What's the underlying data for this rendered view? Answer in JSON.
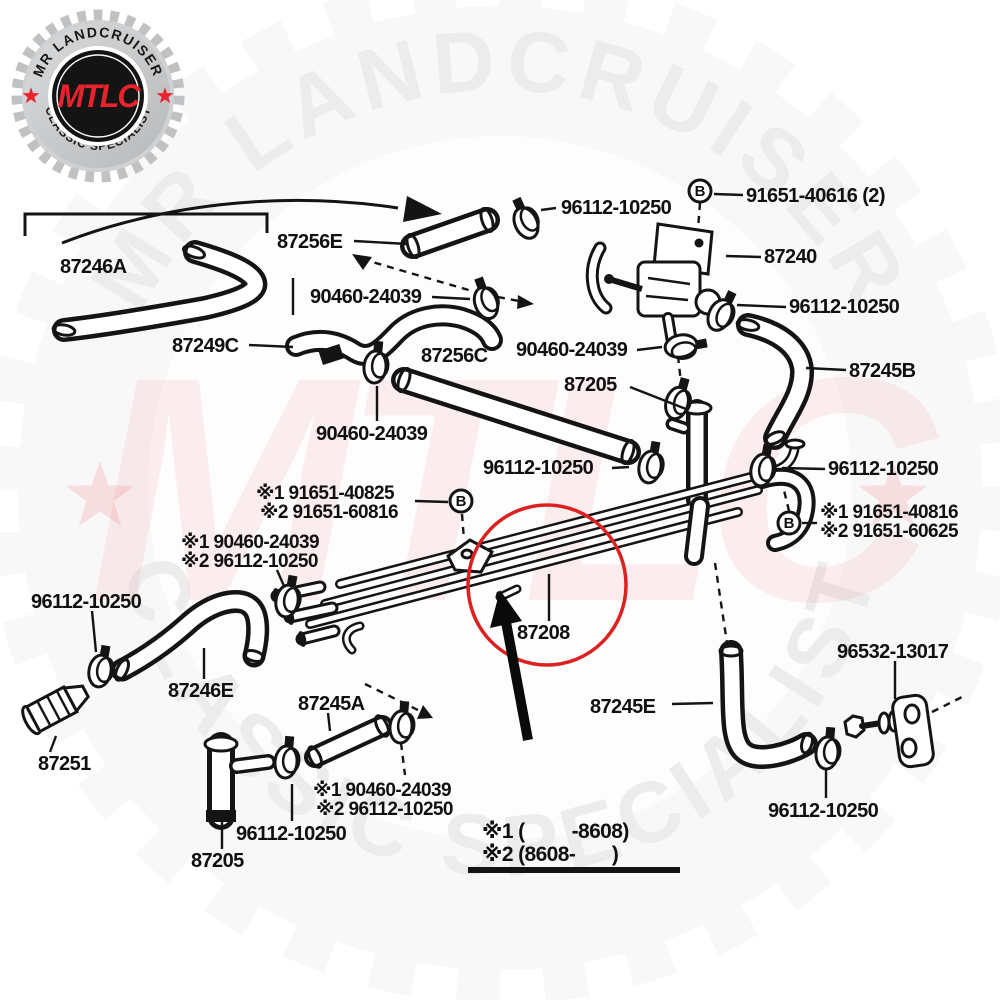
{
  "badge": {
    "arc_top": "MR LANDCRUISER",
    "arc_bottom": "CLASSIC SPECIALIST",
    "monogram": "MTLC"
  },
  "watermark": {
    "arc_top": "MR LANDCRUISER",
    "arc_bottom": "CLASSIC SPECIALIST",
    "monogram": "MTLC"
  },
  "colors": {
    "accent_red": "#e8232e",
    "highlight_circle": "#dd2020",
    "line_black": "#141414",
    "watermark_gray": "#ececec",
    "gear_gray": "#f8f8f8",
    "badge_silver": "#c9cbcd"
  },
  "symbols": {
    "bolt": "B"
  },
  "labels": [
    {
      "text": "87246A"
    },
    {
      "text": "87256E"
    },
    {
      "text": "96112-10250"
    },
    {
      "text": "91651-40616 (2)"
    },
    {
      "text": "87240"
    },
    {
      "text": "96112-10250"
    },
    {
      "text": "90460-24039"
    },
    {
      "text": "87249C"
    },
    {
      "text": "87256C"
    },
    {
      "text": "90460-24039"
    },
    {
      "text": "87205"
    },
    {
      "text": "87245B"
    },
    {
      "text": "90460-24039"
    },
    {
      "text": "96112-10250"
    },
    {
      "text": "96112-10250"
    },
    {
      "text": "※1 91651-40825"
    },
    {
      "text": "※2 91651-60816"
    },
    {
      "text": "※1 90460-24039"
    },
    {
      "text": "※2 96112-10250"
    },
    {
      "text": "※1 91651-40816"
    },
    {
      "text": "※2 91651-60625"
    },
    {
      "text": "96112-10250"
    },
    {
      "text": "87246E"
    },
    {
      "text": "87245A"
    },
    {
      "text": "87251"
    },
    {
      "text": "87208"
    },
    {
      "text": "87245E"
    },
    {
      "text": "96532-13017"
    },
    {
      "text": "※1 90460-24039"
    },
    {
      "text": "※2 96112-10250"
    },
    {
      "text": "96112-10250"
    },
    {
      "text": "87205"
    },
    {
      "text": "96112-10250"
    }
  ],
  "legend": {
    "line1": "※1 (         -8608)",
    "line2": "※2 (8608-       )"
  }
}
